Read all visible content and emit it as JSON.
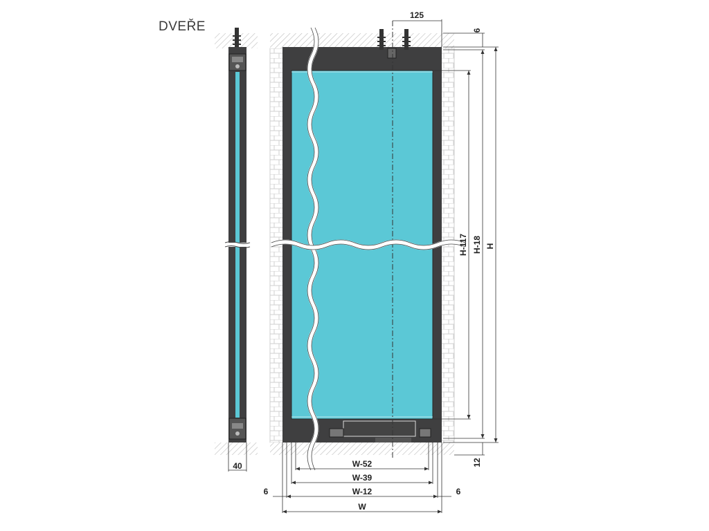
{
  "title": "DVEŘE",
  "dimensions": {
    "top_offset": "125",
    "top_gap": "6",
    "height_total": "H",
    "height_minus_18": "H-18",
    "height_minus_117": "H-117",
    "bottom_gap": "12",
    "side_depth": "40",
    "width_minus_52": "W-52",
    "width_minus_39": "W-39",
    "width_minus_12": "W-12",
    "width_total": "W",
    "left_gap": "6",
    "right_gap": "6"
  },
  "colors": {
    "frame": "#3f3f40",
    "glass": "#5bc8d6",
    "wall": "#d9d9d9",
    "line": "#333333"
  }
}
